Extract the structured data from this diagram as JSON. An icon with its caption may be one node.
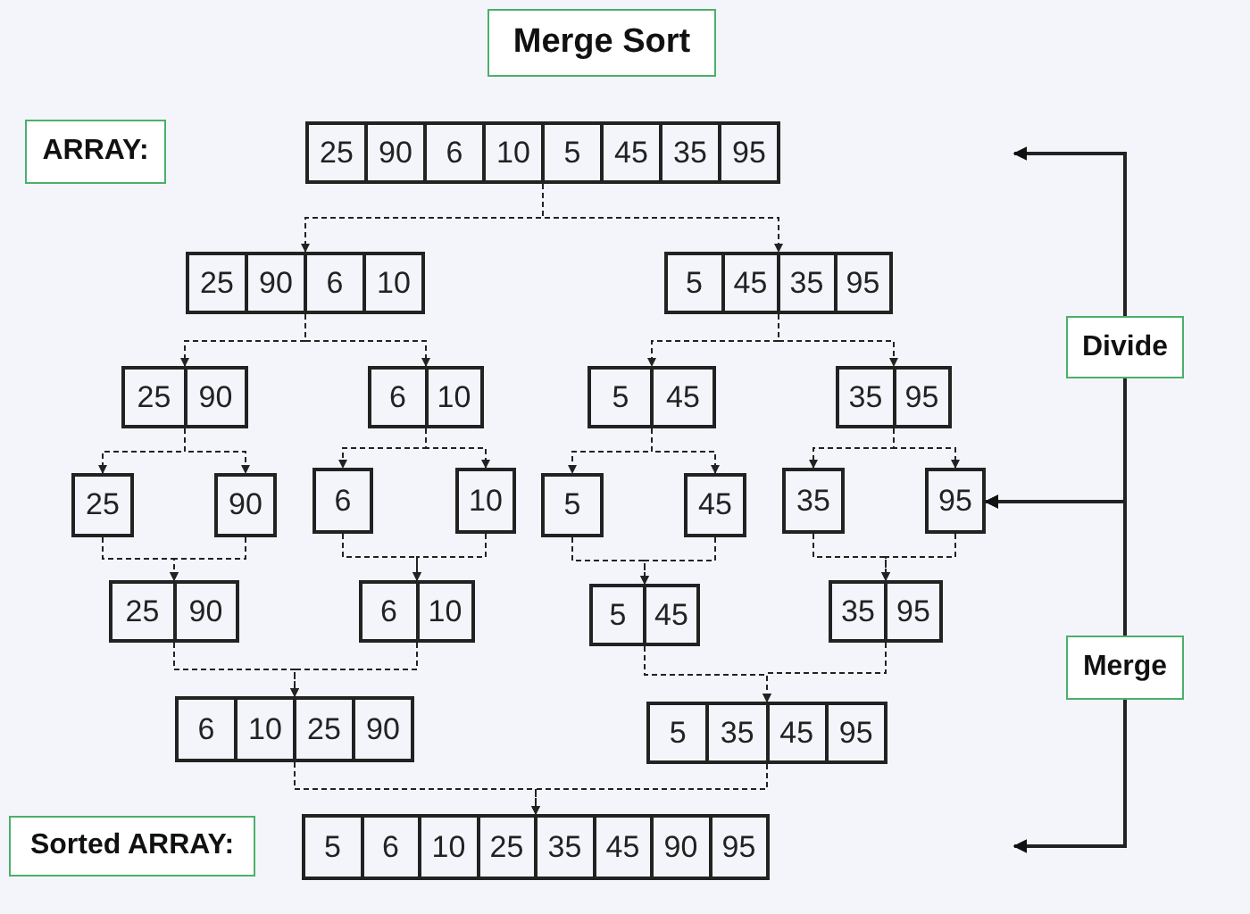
{
  "diagram": {
    "nodes": [
      {
        "text": [
          "Merge Sort"
        ]
      },
      {
        "text": [
          "ARRAY:"
        ]
      },
      {
        "text": [
          "25",
          "90",
          "6",
          "10",
          "5",
          "45",
          "35",
          "95"
        ]
      },
      {
        "text": [
          "25",
          "90",
          "6",
          "10"
        ]
      },
      {
        "text": [
          "5",
          "45",
          "35",
          "95"
        ]
      },
      {
        "text": [
          "25",
          "90"
        ]
      },
      {
        "text": [
          "6",
          "10"
        ]
      },
      {
        "text": [
          "5",
          "45"
        ]
      },
      {
        "text": [
          "35",
          "95"
        ]
      },
      {
        "text": [
          "25"
        ]
      },
      {
        "text": [
          "90"
        ]
      },
      {
        "text": [
          "6"
        ]
      },
      {
        "text": [
          "10"
        ]
      },
      {
        "text": [
          "5"
        ]
      },
      {
        "text": [
          "45"
        ]
      },
      {
        "text": [
          "35"
        ]
      },
      {
        "text": [
          "95"
        ]
      },
      {
        "text": [
          "25",
          "90"
        ]
      },
      {
        "text": [
          "6",
          "10"
        ]
      },
      {
        "text": [
          "5",
          "45"
        ]
      },
      {
        "text": [
          "35",
          "95"
        ]
      },
      {
        "text": [
          "6",
          "10",
          "25",
          "90"
        ]
      },
      {
        "text": [
          "5",
          "35",
          "45",
          "95"
        ]
      },
      {
        "text": [
          "Sorted ARRAY:"
        ]
      },
      {
        "text": [
          "5",
          "6",
          "10",
          "25",
          "35",
          "45",
          "90",
          "95"
        ]
      },
      {
        "text": [
          "Divide"
        ]
      },
      {
        "text": [
          "Merge"
        ]
      }
    ],
    "edges": [
      {
        "from": 2,
        "to": 3,
        "arrow": "to",
        "style": "dashed"
      },
      {
        "from": 2,
        "to": 4,
        "arrow": "to",
        "style": "dashed"
      },
      {
        "from": 3,
        "to": 5,
        "arrow": "to",
        "style": "dashed"
      },
      {
        "from": 3,
        "to": 6,
        "arrow": "to",
        "style": "dashed"
      },
      {
        "from": 4,
        "to": 7,
        "arrow": "to",
        "style": "dashed"
      },
      {
        "from": 4,
        "to": 8,
        "arrow": "to",
        "style": "dashed"
      },
      {
        "from": 5,
        "to": 9,
        "arrow": "to",
        "style": "dashed"
      },
      {
        "from": 5,
        "to": 10,
        "arrow": "to",
        "style": "dashed"
      },
      {
        "from": 6,
        "to": 11,
        "arrow": "to",
        "style": "dashed"
      },
      {
        "from": 6,
        "to": 12,
        "arrow": "to",
        "style": "dashed"
      },
      {
        "from": 7,
        "to": 13,
        "arrow": "to",
        "style": "dashed"
      },
      {
        "from": 7,
        "to": 14,
        "arrow": "to",
        "style": "dashed"
      },
      {
        "from": 8,
        "to": 15,
        "arrow": "to",
        "style": "dashed"
      },
      {
        "from": 8,
        "to": 16,
        "arrow": "to",
        "style": "dashed"
      },
      {
        "from": 9,
        "to": 17,
        "arrow": "to",
        "style": "dashed"
      },
      {
        "from": 10,
        "to": 17,
        "arrow": "to",
        "style": "dashed"
      },
      {
        "from": 11,
        "to": 18,
        "arrow": "to",
        "style": "dashed"
      },
      {
        "from": 12,
        "to": 18,
        "arrow": "to",
        "style": "dashed"
      },
      {
        "from": 13,
        "to": 19,
        "arrow": "to",
        "style": "dashed"
      },
      {
        "from": 14,
        "to": 19,
        "arrow": "to",
        "style": "dashed"
      },
      {
        "from": 15,
        "to": 20,
        "arrow": "to",
        "style": "dashed"
      },
      {
        "from": 16,
        "to": 20,
        "arrow": "to",
        "style": "dashed"
      },
      {
        "from": 17,
        "to": 21,
        "arrow": "to",
        "style": "dashed"
      },
      {
        "from": 18,
        "to": 21,
        "arrow": "to",
        "style": "dashed"
      },
      {
        "from": 19,
        "to": 22,
        "arrow": "to",
        "style": "dashed"
      },
      {
        "from": 20,
        "to": 22,
        "arrow": "to",
        "style": "dashed"
      },
      {
        "from": 21,
        "to": 24,
        "arrow": "to",
        "style": "dashed"
      },
      {
        "from": 22,
        "to": 24,
        "arrow": "to",
        "style": "dashed"
      },
      {
        "from": 25,
        "to": null,
        "arrow": "to"
      },
      {
        "from": 25,
        "to": 16,
        "arrow": "to"
      },
      {
        "from": 26,
        "to": 16,
        "arrow": "to"
      },
      {
        "from": 26,
        "to": null,
        "arrow": "to"
      }
    ]
  }
}
